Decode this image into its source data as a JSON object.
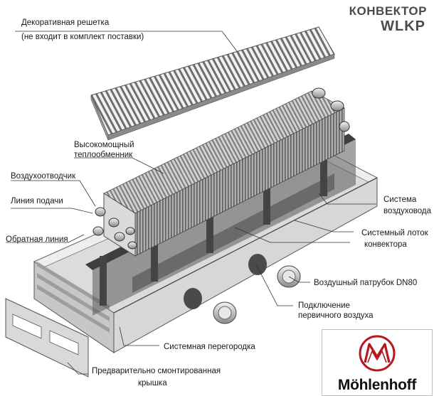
{
  "product": {
    "type_label": "КОНВЕКТОР",
    "model": "WLKP"
  },
  "labels": {
    "grille_line1": "Декоративная решетка",
    "grille_line2": "(не входит в комплект поставки)",
    "exchanger_line1": "Высокомощный",
    "exchanger_line2": "теплообменник",
    "air_vent": "Воздухоотводчик",
    "supply_line": "Линия подачи",
    "return_line": "Обратная линия",
    "air_system_line1": "Система",
    "air_system_line2": "воздуховода",
    "tray_line1": "Системный лоток",
    "tray_line2": "конвектора",
    "air_pipe": "Воздушный патрубок DN80",
    "primary_air_line1": "Подключение",
    "primary_air_line2": "первичного воздуха",
    "partition": "Системная перегородка",
    "cover_line1": "Предварительно смонтированная",
    "cover_line2": "крышка"
  },
  "brand": {
    "name": "Möhlenhoff",
    "color": "#b3191f"
  },
  "colors": {
    "metal_light": "#e6e6e6",
    "metal_mid": "#bdbdbd",
    "metal_dark": "#4f4f4f",
    "fins": "#8e8e8e",
    "leader": "#333333"
  }
}
